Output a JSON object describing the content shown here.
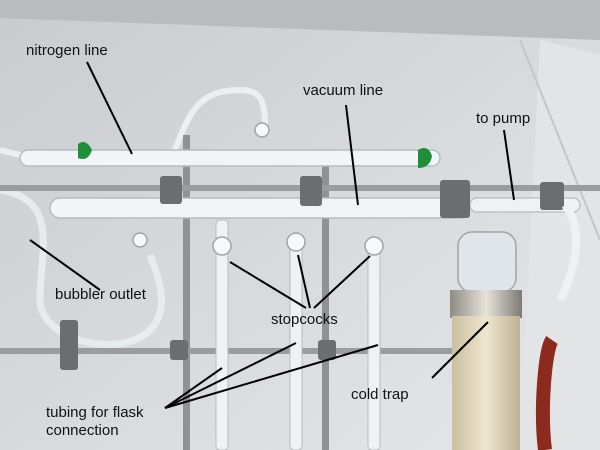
{
  "labels": {
    "nitrogen_line": "nitrogen line",
    "vacuum_line": "vacuum line",
    "to_pump": "to pump",
    "bubbler_outlet": "bubbler outlet",
    "stopcocks": "stopcocks",
    "cold_trap": "cold trap",
    "tubing": "tubing for flask\nconnection"
  },
  "colors": {
    "ceiling": "#cfd1d3",
    "wall": "#d8d9da",
    "glass": "#eef2f4",
    "metal_rod": "#9a9c9e",
    "green_clip": "#1f8f3a",
    "tape": "#e7dcc6",
    "red_hose": "#8c2a1e",
    "annotation_line": "#000000"
  }
}
